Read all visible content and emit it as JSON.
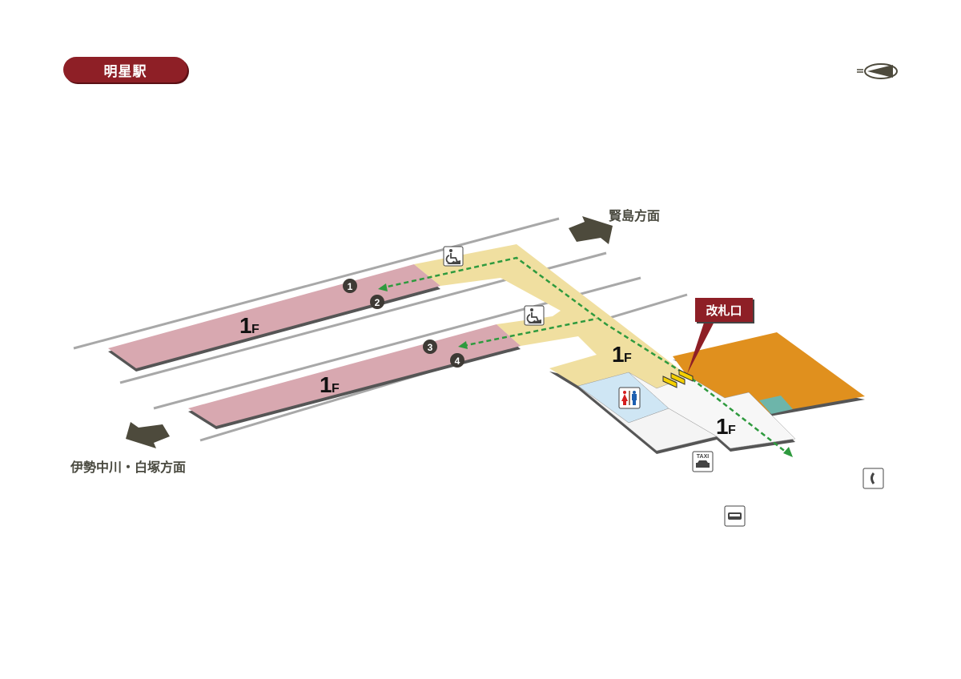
{
  "station_name": "明星駅",
  "directions": {
    "north": "賢島方面",
    "south": "伊勢中川・白塚方面"
  },
  "gate_label": "改札口",
  "floor_label": {
    "num": "1",
    "unit": "F"
  },
  "exits": [
    "1",
    "2",
    "3",
    "4"
  ],
  "icons": [
    "wheelchair-ramp-icon",
    "toilet-icon",
    "taxi-icon",
    "telephone-icon",
    "bus-icon",
    "compass-icon"
  ],
  "taxi_text": "TAXI",
  "colors": {
    "platform": "#d8a8b0",
    "concourse": "#f0dfa0",
    "toilet_area": "#cfe6f4",
    "plaza": "#f6f6f6",
    "building": "#e0901e",
    "accent": "#8e1f26",
    "route": "#2e9a3e"
  }
}
